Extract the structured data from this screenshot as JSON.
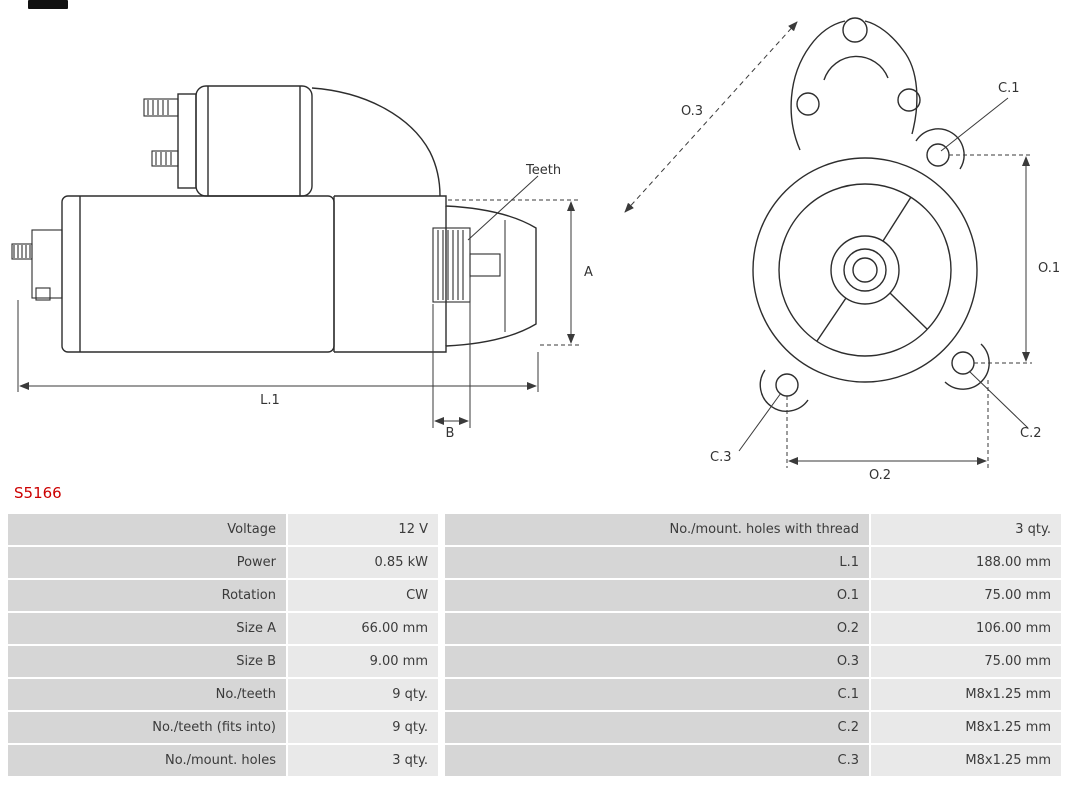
{
  "part_number": "S5166",
  "colors": {
    "part_number": "#cc0000",
    "label_cell_bg": "#d6d6d6",
    "value_cell_bg": "#e9e9e9",
    "drawing_line": "#2d2d2d"
  },
  "icons": {
    "brand_logo": "as-pl-brand-mark"
  },
  "diagram": {
    "labels": {
      "teeth": "Teeth",
      "a": "A",
      "l1": "L.1",
      "b": "B",
      "o1": "O.1",
      "o2": "O.2",
      "o3": "O.3",
      "c1": "C.1",
      "c2": "C.2",
      "c3": "C.3"
    }
  },
  "specs": {
    "rows": [
      {
        "l1": "Voltage",
        "v1": "12 V",
        "l2": "No./mount. holes with thread",
        "v2": "3 qty."
      },
      {
        "l1": "Power",
        "v1": "0.85 kW",
        "l2": "L.1",
        "v2": "188.00 mm"
      },
      {
        "l1": "Rotation",
        "v1": "CW",
        "l2": "O.1",
        "v2": "75.00 mm"
      },
      {
        "l1": "Size A",
        "v1": "66.00 mm",
        "l2": "O.2",
        "v2": "106.00 mm"
      },
      {
        "l1": "Size B",
        "v1": "9.00 mm",
        "l2": "O.3",
        "v2": "75.00 mm"
      },
      {
        "l1": "No./teeth",
        "v1": "9 qty.",
        "l2": "C.1",
        "v2": "M8x1.25 mm"
      },
      {
        "l1": "No./teeth (fits into)",
        "v1": "9 qty.",
        "l2": "C.2",
        "v2": "M8x1.25 mm"
      },
      {
        "l1": "No./mount. holes",
        "v1": "3 qty.",
        "l2": "C.3",
        "v2": "M8x1.25 mm"
      }
    ]
  }
}
